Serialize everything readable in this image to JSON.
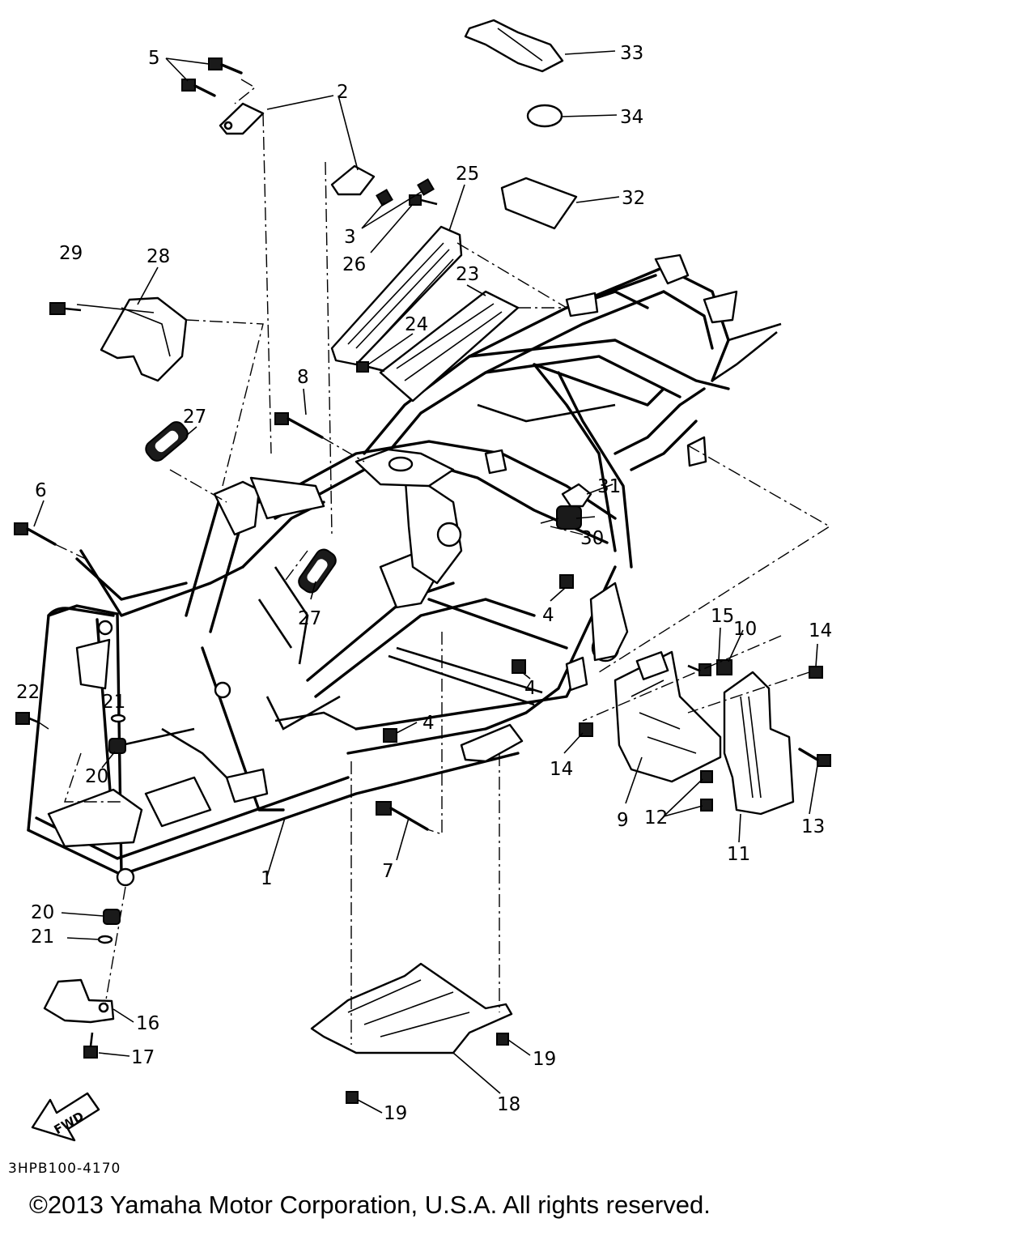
{
  "figure_code": "3HPB100-4170",
  "copyright": "©2013 Yamaha Motor Corporation, U.S.A. All rights reserved.",
  "fwd_label": "FWD",
  "callouts": {
    "c1": "1",
    "c2": "2",
    "c3": "3",
    "c4a": "4",
    "c4b": "4",
    "c4c": "4",
    "c5": "5",
    "c6": "6",
    "c7": "7",
    "c8": "8",
    "c9": "9",
    "c10": "10",
    "c11": "11",
    "c12": "12",
    "c13": "13",
    "c14a": "14",
    "c14b": "14",
    "c15": "15",
    "c16": "16",
    "c17": "17",
    "c18": "18",
    "c19a": "19",
    "c19b": "19",
    "c20a": "20",
    "c20b": "20",
    "c21a": "21",
    "c21b": "21",
    "c22": "22",
    "c23": "23",
    "c24": "24",
    "c25": "25",
    "c26": "26",
    "c27a": "27",
    "c27b": "27",
    "c29": "29",
    "c28": "28",
    "c30": "30",
    "c31": "31",
    "c32": "32",
    "c33": "33",
    "c34": "34"
  }
}
